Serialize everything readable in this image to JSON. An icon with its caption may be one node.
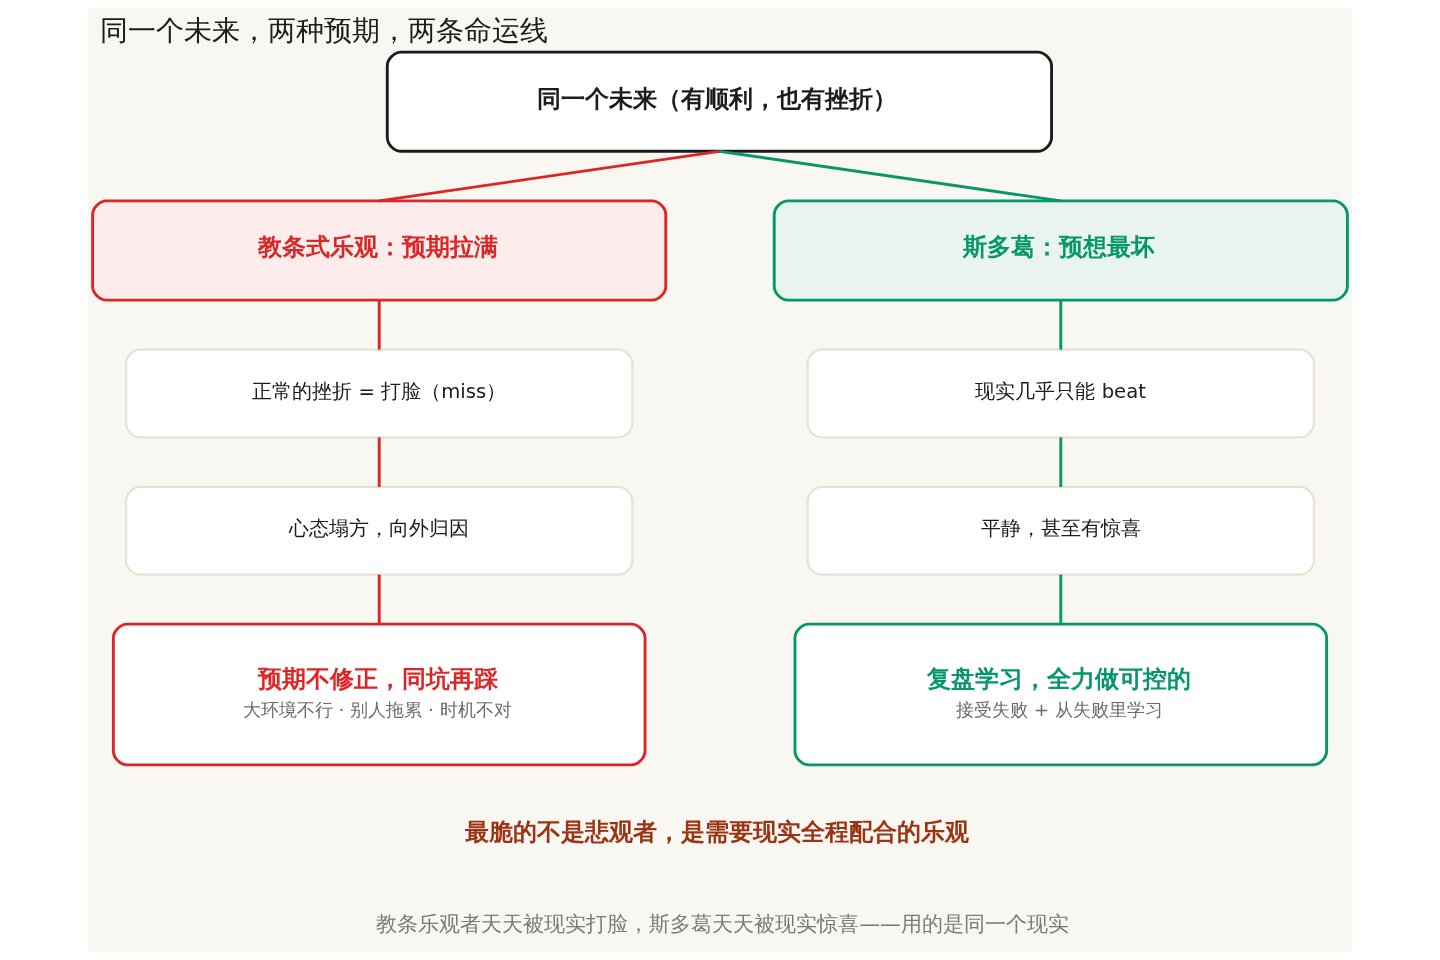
{
  "diagram": {
    "title": "同一个未来，两种预期，两条命运线",
    "nodes": [
      {
        "text": [
          "同一个未来（有顺利，也有挫折）"
        ]
      },
      {
        "text": [
          "教条式乐观：预期拉满"
        ]
      },
      {
        "text": [
          "正常的挫折 = 打脸（miss）"
        ]
      },
      {
        "text": [
          "心态塌方，向外归因"
        ]
      },
      {
        "text": [
          "预期不修正，同坑再踩",
          "大环境不行 · 别人拖累 · 时机不对"
        ]
      },
      {
        "text": [
          "斯多葛：预想最坏"
        ]
      },
      {
        "text": [
          "现实几乎只能 beat"
        ]
      },
      {
        "text": [
          "平静，甚至有惊喜"
        ]
      },
      {
        "text": [
          "复盘学习，全力做可控的",
          "接受失败 + 从失败里学习"
        ]
      }
    ],
    "edges": [
      {
        "from": 0,
        "to": 1,
        "arrow": "none",
        "color": "#dc2626"
      },
      {
        "from": 0,
        "to": 5,
        "arrow": "none",
        "color": "#059669"
      },
      {
        "from": 1,
        "to": 2,
        "arrow": "none",
        "color": "#dc2626"
      },
      {
        "from": 2,
        "to": 3,
        "arrow": "none",
        "color": "#dc2626"
      },
      {
        "from": 3,
        "to": 4,
        "arrow": "none",
        "color": "#dc2626"
      },
      {
        "from": 5,
        "to": 6,
        "arrow": "none",
        "color": "#059669"
      },
      {
        "from": 6,
        "to": 7,
        "arrow": "none",
        "color": "#059669"
      },
      {
        "from": 7,
        "to": 8,
        "arrow": "none",
        "color": "#059669"
      }
    ],
    "labels": [
      "最脆的不是悲观者，是需要现实全程配合的乐观",
      "教条乐观者天天被现实打脸，斯多葛天天被现实惊喜——用的是同一个现实"
    ]
  }
}
